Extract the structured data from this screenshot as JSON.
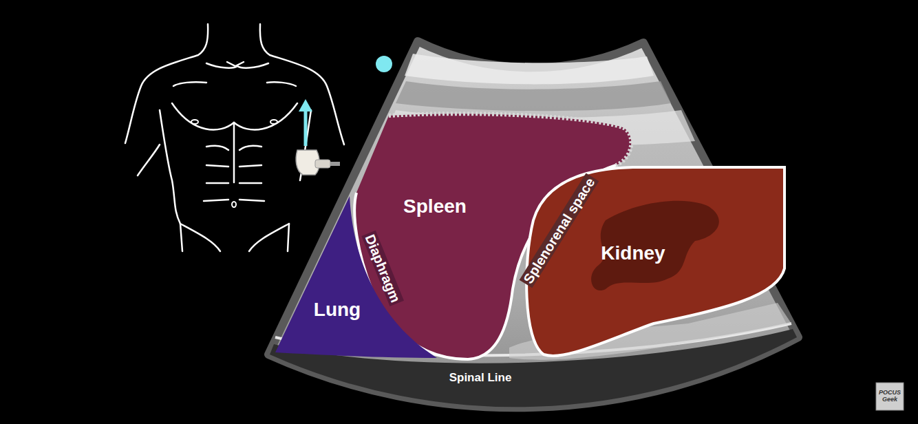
{
  "diagram": {
    "nodes": [
      {
        "text": [
          "Spleen"
        ]
      },
      {
        "text": [
          "Kidney"
        ]
      },
      {
        "text": [
          "Lung"
        ]
      }
    ],
    "labels": [
      "Diaphragm",
      "Splenorenal space",
      "Spinal Line",
      "POCUS Geek"
    ]
  }
}
